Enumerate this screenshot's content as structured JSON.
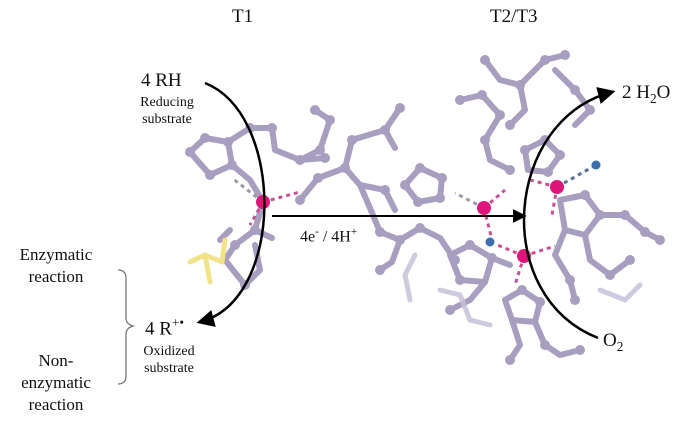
{
  "sites": {
    "t1": "T1",
    "t2t3": "T2/T3"
  },
  "substrate_in": {
    "formula": "4 RH",
    "desc_line1": "Reducing",
    "desc_line2": "substrate"
  },
  "substrate_out": {
    "formula": "4 R",
    "radical": "+•",
    "desc_line1": "Oxidized",
    "desc_line2": "substrate"
  },
  "transfer": {
    "electrons": "4e",
    "e_sup": "-",
    "sep": " / 4H",
    "h_sup": "+"
  },
  "water": {
    "prefix": "2 H",
    "sub": "2",
    "suffix": "O"
  },
  "oxygen": {
    "prefix": "O",
    "sub": "2"
  },
  "enzymatic": {
    "line1": "Enzymatic",
    "line2": "reaction"
  },
  "non_enzymatic": {
    "line1": "Non-",
    "line2": "enzymatic",
    "line3": "reaction"
  },
  "colors": {
    "residue": "#a89ec0",
    "copper": "#e0157a",
    "water_o": "#3a6fb0",
    "pi_ring": "#f2e28a",
    "arrow": "#000000"
  }
}
